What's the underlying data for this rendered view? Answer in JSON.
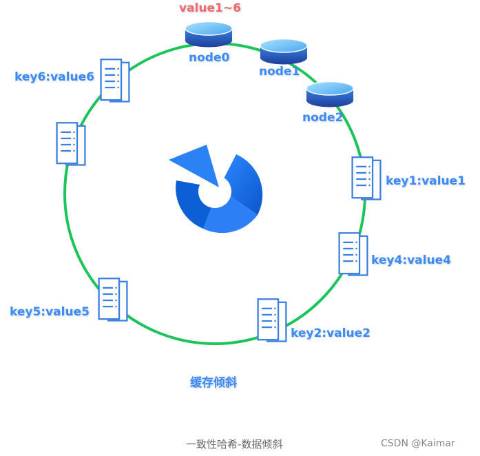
{
  "diagram": {
    "top_label": "value1~6",
    "nodes": [
      {
        "label": "node0"
      },
      {
        "label": "node1"
      },
      {
        "label": "node2"
      }
    ],
    "keys": [
      {
        "label": "key6:value6"
      },
      {
        "label": "key1:value1"
      },
      {
        "label": "key4:value4"
      },
      {
        "label": "key2:value2"
      },
      {
        "label": "key5:value5"
      }
    ],
    "center_caption": "缓存倾斜"
  },
  "footer": {
    "caption": "一致性哈希-数据倾斜",
    "watermark": "CSDN @Kaimar"
  },
  "colors": {
    "ring": "#1cc45a",
    "label_blue": "#3d8bf2",
    "label_red": "#f06a6a",
    "db_top": "#6fc3f5",
    "db_body": "#2a5fc0",
    "doc_stroke": "#3a7fe0",
    "center_icon": "#1f6fe5"
  }
}
